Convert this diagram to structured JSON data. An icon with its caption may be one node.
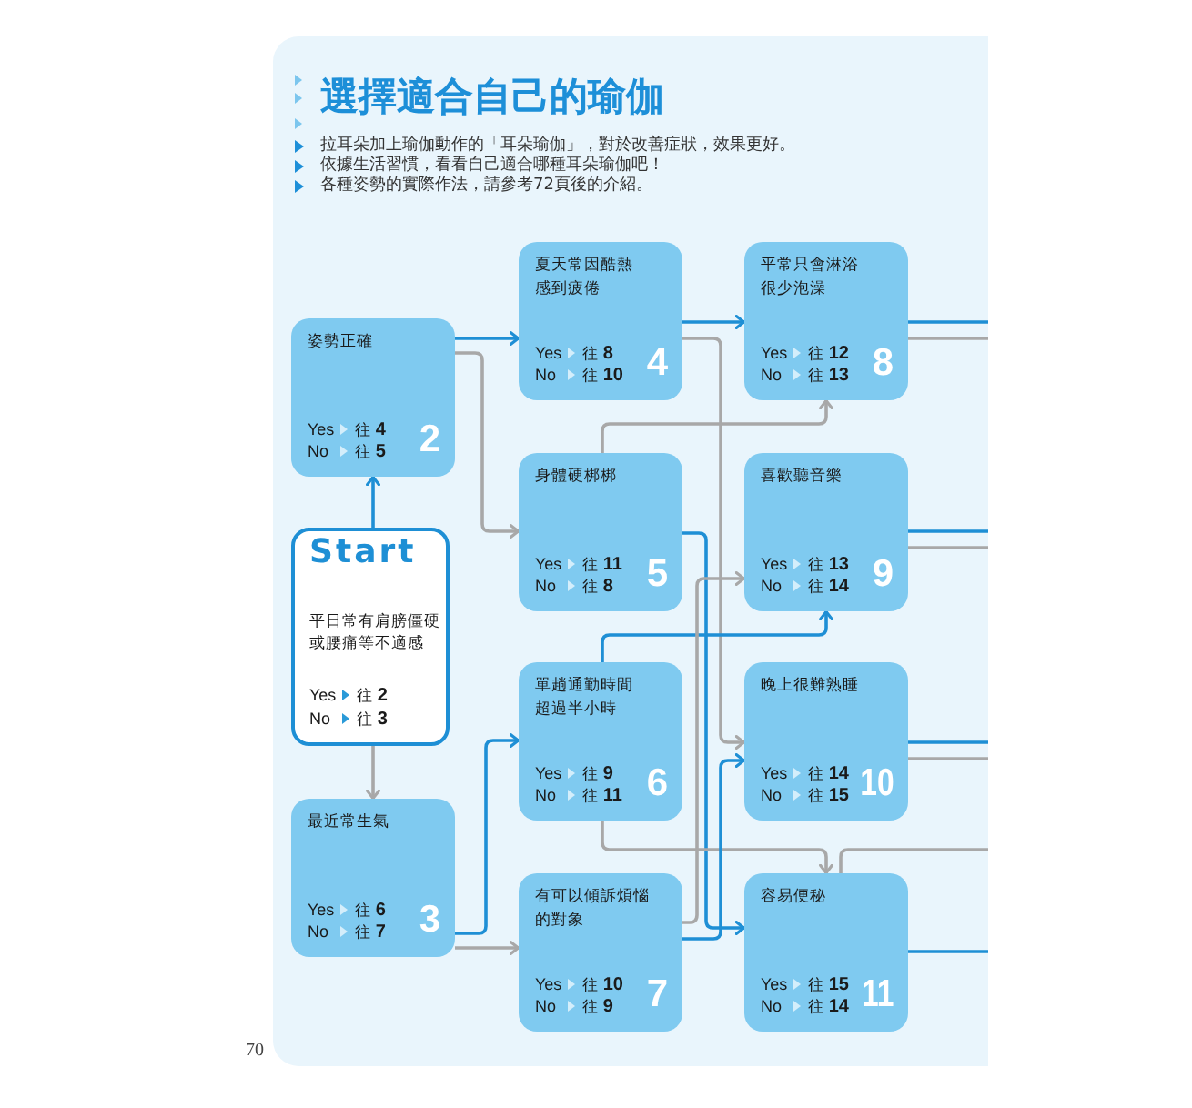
{
  "diagram": {
    "title": "選擇適合自己的瑜伽",
    "nodes": [
      {
        "text": [
          "姿勢正確",
          "Yes",
          "往 **4**",
          "No",
          "往 **5**",
          "2"
        ]
      },
      {
        "text": [
          "Start",
          "平日常有肩膀僵硬或腰痛等不適感",
          "Yes",
          "往 **2**",
          "No",
          "往 **3**"
        ]
      },
      {
        "text": [
          "最近常生氣",
          "Yes",
          "往 **6**",
          "No",
          "往 **7**",
          "3"
        ]
      },
      {
        "text": [
          "夏天常因酷熱感到疲倦",
          "Yes",
          "往 **8**",
          "No",
          "往 **10**",
          "4"
        ]
      },
      {
        "text": [
          "身體硬梆梆",
          "Yes",
          "往 **11**",
          "No",
          "往 **8**",
          "5"
        ]
      },
      {
        "text": [
          "單趟通勤時間超過半小時",
          "Yes",
          "往 **9**",
          "No",
          "往 **11**",
          "6"
        ]
      },
      {
        "text": [
          "有可以傾訴煩惱的對象",
          "Yes",
          "往 **10**",
          "No",
          "往 **9**",
          "7"
        ]
      },
      {
        "text": [
          "平常只會淋浴很少泡澡",
          "Yes",
          "往 **12**",
          "No",
          "往 **13**",
          "8"
        ]
      },
      {
        "text": [
          "喜歡聽音樂",
          "Yes",
          "往 **13**",
          "No",
          "往 **14**",
          "9"
        ]
      },
      {
        "text": [
          "晚上很難熟睡",
          "Yes",
          "往 **14**",
          "No",
          "往 **15**",
          "10"
        ]
      },
      {
        "text": [
          "容易便秘",
          "Yes",
          "往 **15**",
          "No",
          "往 **14**",
          "11"
        ]
      }
    ],
    "edges": [
      {
        "from": 1,
        "to": 0,
        "arrow": "to"
      },
      {
        "from": 1,
        "to": 2,
        "arrow": "to",
        "color": "#a8a8a8"
      },
      {
        "from": 0,
        "to": 3,
        "arrow": "to"
      },
      {
        "from": 0,
        "to": 4,
        "arrow": "to",
        "color": "#a8a8a8"
      },
      {
        "from": 2,
        "to": 5,
        "arrow": "to"
      },
      {
        "from": 2,
        "to": 6,
        "arrow": "to",
        "color": "#a8a8a8"
      },
      {
        "from": 3,
        "to": 7,
        "arrow": "to"
      },
      {
        "from": 3,
        "to": 9,
        "arrow": "to",
        "color": "#a8a8a8"
      },
      {
        "from": 4,
        "to": 10,
        "arrow": "to"
      },
      {
        "from": 4,
        "to": 7,
        "arrow": "to",
        "color": "#a8a8a8"
      },
      {
        "from": 5,
        "to": 8,
        "arrow": "to"
      },
      {
        "from": 5,
        "to": 10,
        "arrow": "to",
        "color": "#a8a8a8"
      },
      {
        "from": 6,
        "to": 9,
        "arrow": "to"
      },
      {
        "from": 6,
        "to": 8,
        "arrow": "to",
        "color": "#a8a8a8"
      },
      {
        "from": 7,
        "to": null,
        "arrow": "none"
      },
      {
        "from": 7,
        "to": null,
        "arrow": "none",
        "color": "#a8a8a8"
      },
      {
        "from": 8,
        "to": null,
        "arrow": "none"
      },
      {
        "from": 8,
        "to": null,
        "arrow": "none",
        "color": "#a8a8a8"
      },
      {
        "from": 9,
        "to": null,
        "arrow": "none"
      },
      {
        "from": 9,
        "to": null,
        "arrow": "none",
        "color": "#a8a8a8"
      },
      {
        "from": 10,
        "to": null,
        "arrow": "none"
      },
      {
        "from": 10,
        "to": null,
        "arrow": "none",
        "color": "#a8a8a8"
      }
    ],
    "labels": [
      "拉耳朵加上瑜伽動作的「耳朵瑜伽」，對於改善症狀，效果更好。",
      "依據生活習慣，看看自己適合哪種耳朵瑜伽吧！",
      "各種姿勢的實際作法，請參考72頁後的介紹。",
      "70"
    ]
  }
}
